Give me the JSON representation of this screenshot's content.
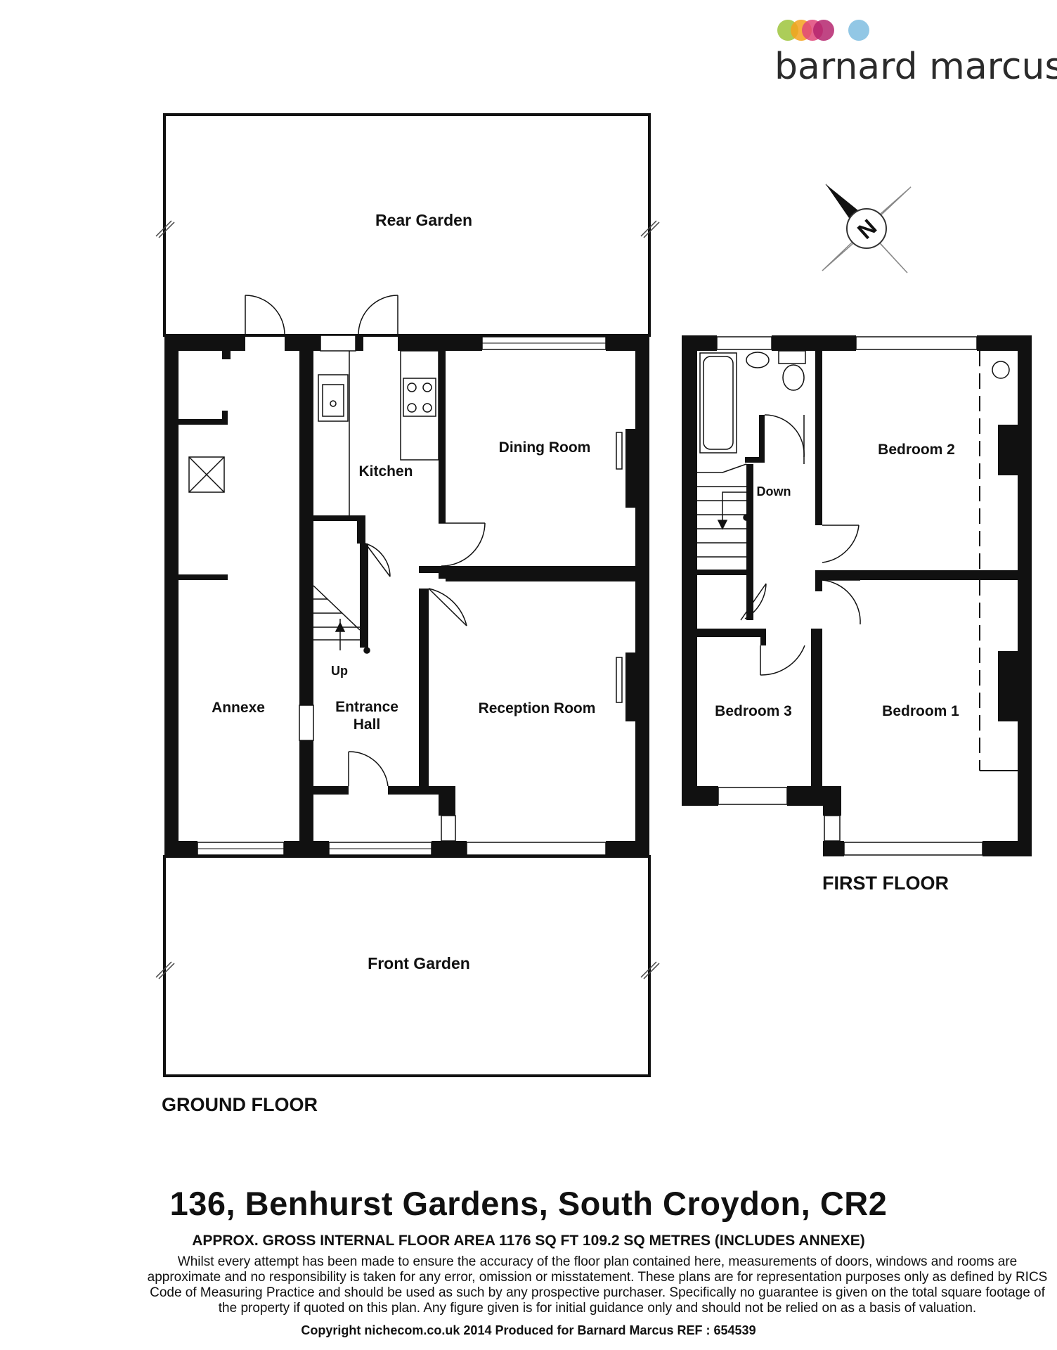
{
  "brand": {
    "name": "barnard marcus",
    "dot_colors": [
      "#9dc43c",
      "#f4a21d",
      "#e0477a",
      "#b5266f",
      "#7fbde0"
    ]
  },
  "compass": {
    "label": "N"
  },
  "ground_floor": {
    "title": "GROUND FLOOR",
    "rooms": {
      "rear_garden": "Rear Garden",
      "front_garden": "Front Garden",
      "annexe": "Annexe",
      "kitchen": "Kitchen",
      "dining_room": "Dining Room",
      "reception_room": "Reception Room",
      "entrance_hall_1": "Entrance",
      "entrance_hall_2": "Hall",
      "stairs": "Up"
    }
  },
  "first_floor": {
    "title": "FIRST FLOOR",
    "rooms": {
      "bedroom_1": "Bedroom 1",
      "bedroom_2": "Bedroom 2",
      "bedroom_3": "Bedroom 3",
      "stairs": "Down"
    }
  },
  "footer": {
    "address": "136, Benhurst Gardens, South Croydon, CR2",
    "area": "APPROX. GROSS INTERNAL FLOOR AREA 1176 SQ FT 109.2 SQ METRES (INCLUDES ANNEXE)",
    "disclaimer": "Whilst every attempt has been made to ensure the accuracy of the floor plan contained here, measurements of doors, windows and rooms are approximate and no responsibility is taken for any error, omission or misstatement. These plans are for representation purposes only as defined by RICS Code of Measuring Practice and should be used as such by any prospective purchaser.  Specifically no guarantee is given on the total square footage of the property if quoted on this plan. Any figure given is for initial guidance only and should not be relied on as a basis of valuation.",
    "copyright": "Copyright nichecom.co.uk 2014    Produced for Barnard Marcus    REF : 654539"
  }
}
